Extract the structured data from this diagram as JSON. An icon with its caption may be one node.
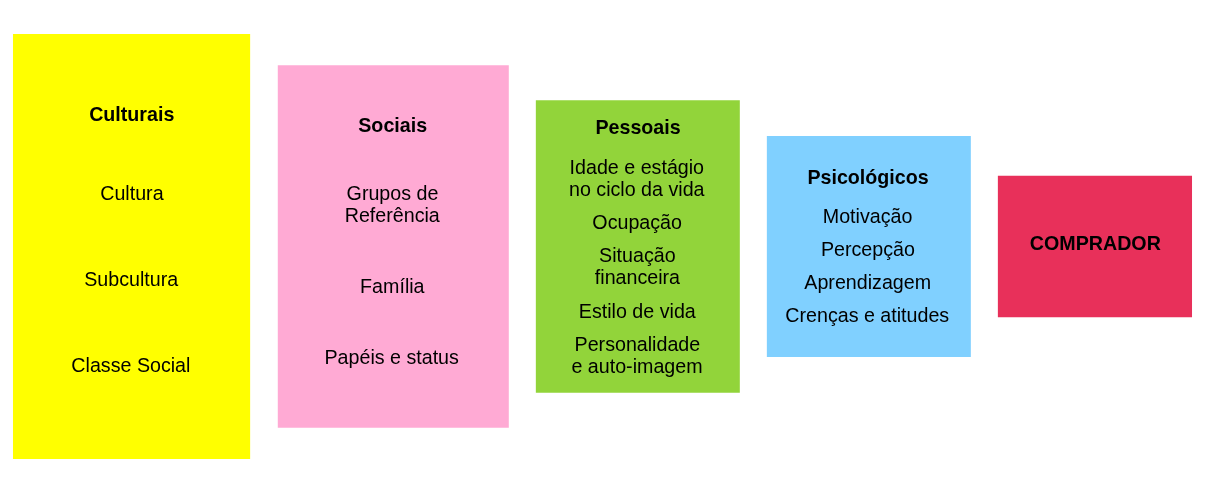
{
  "diagram": {
    "nodes": [
      {
        "text": [
          "Culturais",
          "Cultura",
          "Subcultura",
          "Classe Social"
        ]
      },
      {
        "text": [
          "Sociais",
          "Grupos de Referência",
          "Família",
          "Papéis e status"
        ]
      },
      {
        "text": [
          "Pessoais",
          "Idade e estágio no ciclo da vida",
          "Ocupação",
          "Situação financeira",
          "Estilo de vida",
          "Personalidade e auto-imagem"
        ]
      },
      {
        "text": [
          "Psicológicos",
          "Motivação",
          "Percepção",
          "Aprendizagem",
          "Crenças e atitudes"
        ]
      },
      {
        "text": [
          "COMPRADOR"
        ]
      }
    ]
  }
}
